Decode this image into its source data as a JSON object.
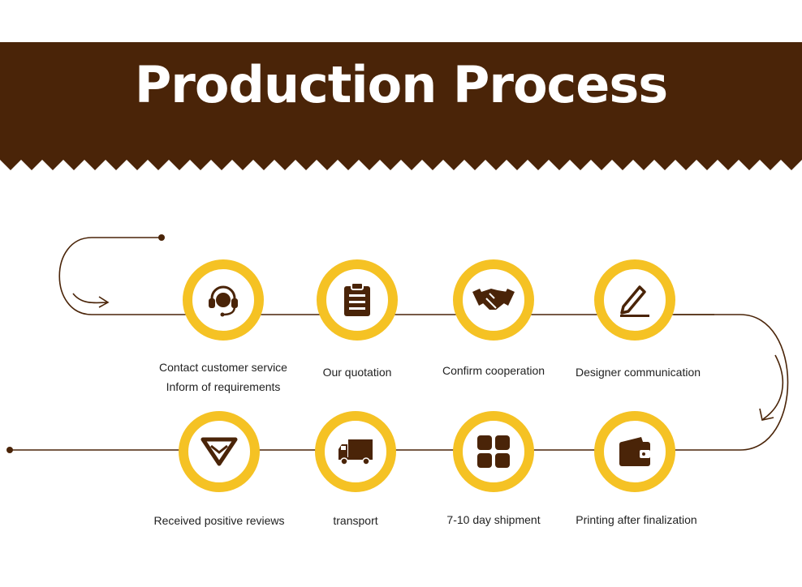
{
  "title": "Production Process",
  "colors": {
    "banner": "#4a2408",
    "ring": "#f5c224",
    "icon": "#4a2408",
    "line": "#4a2408"
  },
  "steps": [
    {
      "icon": "headset-icon",
      "lines": [
        "Contact customer service",
        "Inform of requirements"
      ]
    },
    {
      "icon": "clipboard-icon",
      "lines": [
        "Our quotation"
      ]
    },
    {
      "icon": "handshake-icon",
      "lines": [
        "Confirm cooperation"
      ]
    },
    {
      "icon": "pen-icon",
      "lines": [
        "Designer communication"
      ]
    },
    {
      "icon": "wallet-icon",
      "lines": [
        "Printing after finalization"
      ]
    },
    {
      "icon": "grid-icon",
      "lines": [
        "7-10 day shipment"
      ]
    },
    {
      "icon": "truck-icon",
      "lines": [
        "transport"
      ]
    },
    {
      "icon": "diamond-icon",
      "lines": [
        "Received positive reviews"
      ]
    }
  ]
}
